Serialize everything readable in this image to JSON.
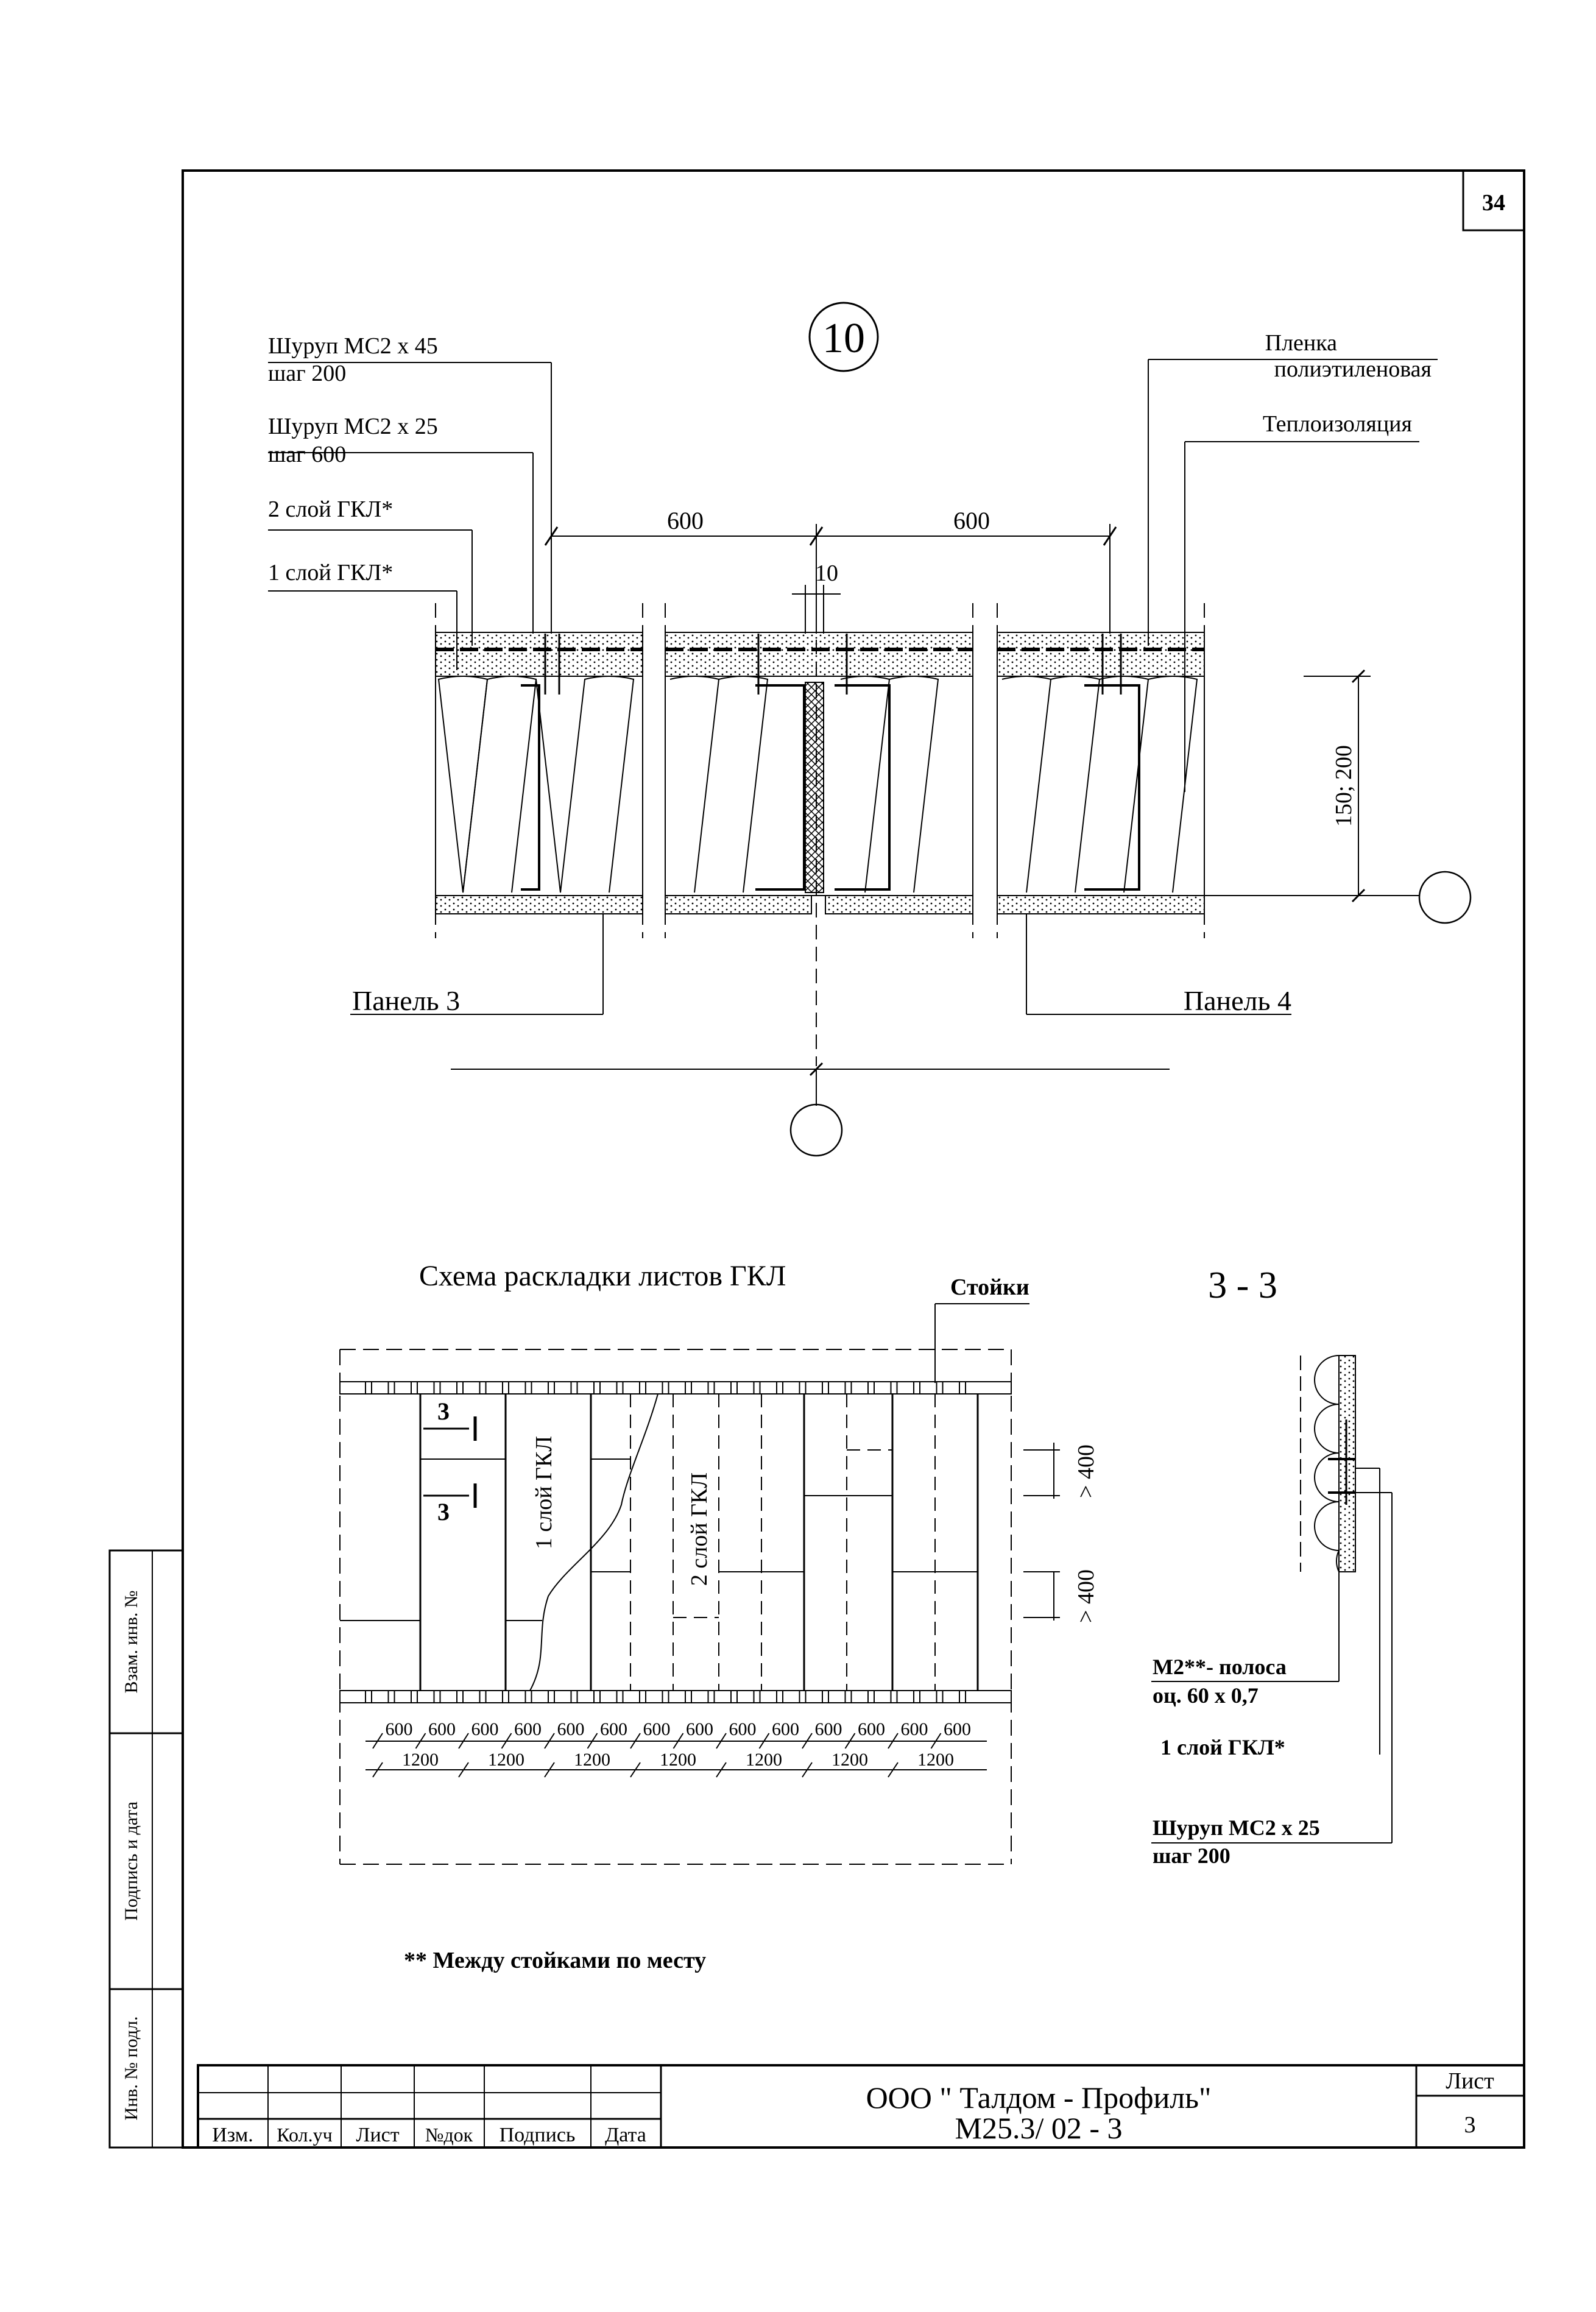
{
  "sheet": {
    "corner_number": "34",
    "sheet_label": "Лист",
    "sheet_number": "3"
  },
  "node": {
    "number": "10"
  },
  "detail": {
    "screw_45": "Шуруп МС2 х 45",
    "screw_45_step": "шаг 200",
    "screw_25": "Шуруп МС2 х 25",
    "screw_25_step": "шаг 600",
    "layer2": "2 слой ГКЛ*",
    "layer1": "1 слой ГКЛ*",
    "film_1": "Пленка",
    "film_2": "полиэтиленовая",
    "insulation": "Теплоизоляция",
    "dim_600_left": "600",
    "dim_600_right": "600",
    "dim_gap": "10",
    "dim_height": "150; 200",
    "panel3": "Панель 3",
    "panel4": "Панель 4"
  },
  "layout": {
    "title": "Схема раскладки листов ГКЛ",
    "posts": "Стойки",
    "layer1": "1 слой ГКЛ",
    "layer2": "2 слой ГКЛ",
    "mark": "3",
    "dim_400_a": "> 400",
    "dim_400_b": "> 400",
    "dims_600": [
      "600",
      "600",
      "600",
      "600",
      "600",
      "600",
      "600",
      "600",
      "600",
      "600",
      "600",
      "600",
      "600",
      "600"
    ],
    "dims_1200": [
      "1200",
      "1200",
      "1200",
      "1200",
      "1200",
      "1200",
      "1200"
    ]
  },
  "section": {
    "title": "3 - 3",
    "strip_1": "М2**- полоса",
    "strip_2": "оц. 60 х 0,7",
    "layer1": "1 слой ГКЛ*",
    "screw": "Шуруп МС2 х 25",
    "screw_step": "шаг 200"
  },
  "footnote": "** Между стойками по месту",
  "title_block": {
    "company": "ООО \" Талдом - Профиль\"",
    "code": "М25.3/ 02 - 3",
    "col_izm": "Изм.",
    "col_kol": "Кол.уч",
    "col_list": "Лист",
    "col_ndok": "№док",
    "col_podpis": "Подпись",
    "col_data": "Дата"
  },
  "side_stamp": {
    "vzam": "Взам. инв. №",
    "podpis": "Подпись и дата",
    "inv": "Инв. № подл."
  }
}
